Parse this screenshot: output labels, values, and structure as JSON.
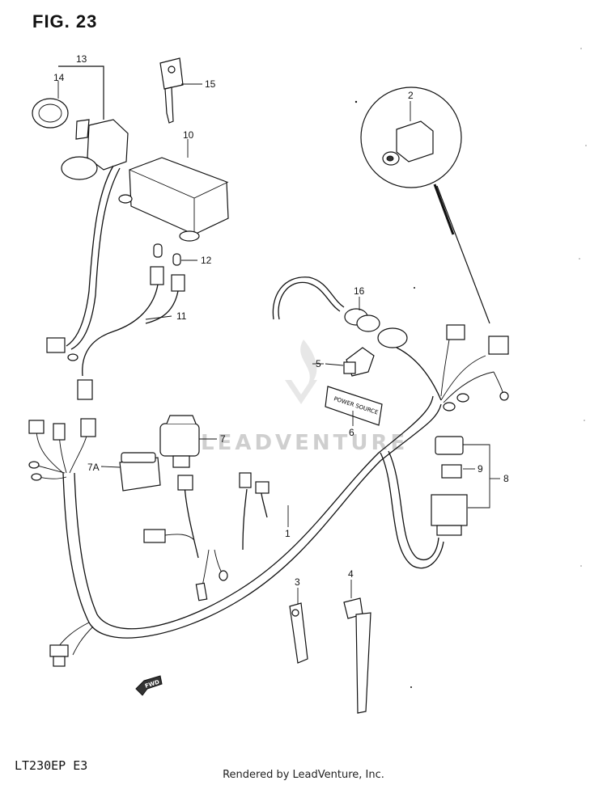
{
  "figure": {
    "title": "FIG. 23",
    "model_code": "LT230EP  E3"
  },
  "footer": {
    "rendered_by": "Rendered by LeadVenture, Inc."
  },
  "watermark": {
    "text": "LEADVENTURE"
  },
  "labels": {
    "p1": "1",
    "p2": "2",
    "p3": "3",
    "p4": "4",
    "p5": "5",
    "p6": "6",
    "p7": "7",
    "p7a": "7A",
    "p8": "8",
    "p9": "9",
    "p10": "10",
    "p11": "11",
    "p12": "12",
    "p13": "13",
    "p14": "14",
    "p15": "15",
    "p16": "16"
  },
  "fwd_marker": {
    "text": "FWD"
  },
  "colors": {
    "ink": "#111111",
    "background": "#ffffff",
    "watermark": "#cfcfcf"
  }
}
